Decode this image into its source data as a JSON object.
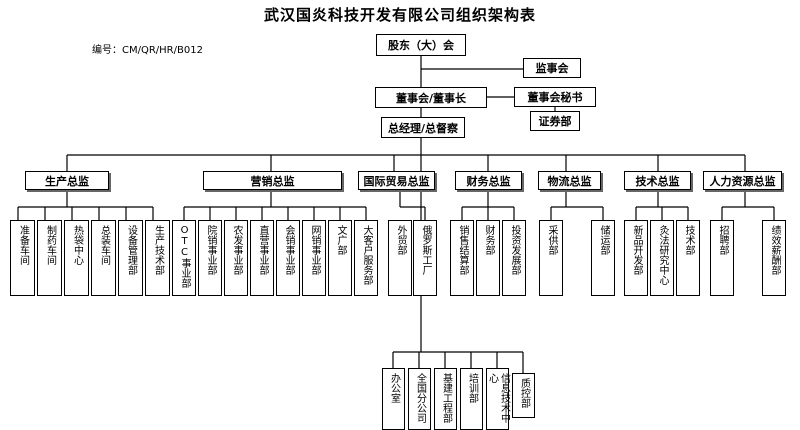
{
  "title": "武汉国炎科技开发有限公司组织架构表",
  "doc_code": "编号：CM/QR/HR/B012",
  "top": {
    "shareholders": "股东（大）会",
    "supervisors": "监事会",
    "board": "董事会/董事长",
    "secretary": "董事会秘书",
    "securities": "证券部",
    "gm": "总经理/总督察"
  },
  "divisions": [
    {
      "name": "生产总监",
      "units": [
        "准备车间",
        "制药车间",
        "热袋中心",
        "总装车间",
        "设备管理部",
        "生产技术部"
      ]
    },
    {
      "name": "营销总监",
      "units": [
        "OTC事业部",
        "院销事业部",
        "农发事业部",
        "直营事业部",
        "会销事业部",
        "网销事业部",
        "文广部",
        "大客户服务部"
      ]
    },
    {
      "name": "国际贸易总监",
      "units": [
        "外贸部",
        "俄罗斯工厂"
      ]
    },
    {
      "name": "财务总监",
      "units": [
        "销售结算部",
        "财务部",
        "投资发展部"
      ]
    },
    {
      "name": "物流总监",
      "units": [
        "采供部",
        "储运部"
      ]
    },
    {
      "name": "技术总监",
      "units": [
        "新品开发部",
        "灸法研究中心",
        "技术部"
      ]
    },
    {
      "name": "人力资源总监",
      "units": [
        "招聘部",
        "绩效薪酬部"
      ]
    }
  ],
  "bottom_units": [
    "办公室",
    "全国分公司",
    "基建工程部",
    "培训部",
    "信息技术中心",
    "质控部"
  ]
}
